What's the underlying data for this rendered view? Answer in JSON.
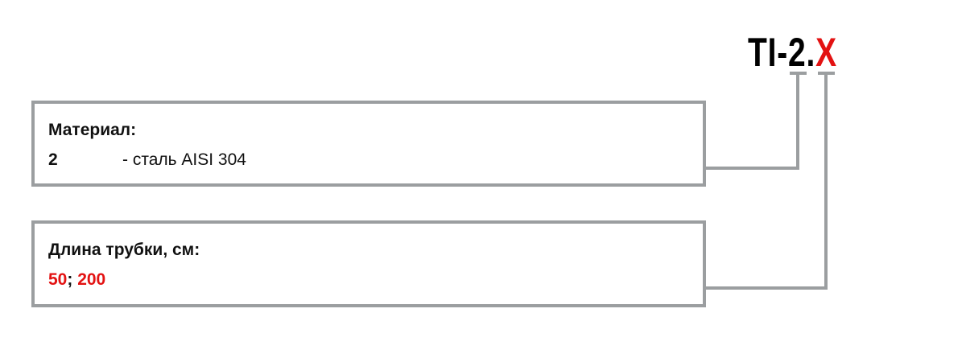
{
  "title": {
    "prefix": "TI-2.",
    "variable": "X"
  },
  "material": {
    "heading": "Материал:",
    "code": "2",
    "description": "- сталь AISI 304"
  },
  "length": {
    "heading": "Длина трубки, см:",
    "options": [
      "50",
      "200"
    ],
    "separator": ";"
  },
  "colors": {
    "accent": "#e31212",
    "line": "#9b9ea0"
  }
}
